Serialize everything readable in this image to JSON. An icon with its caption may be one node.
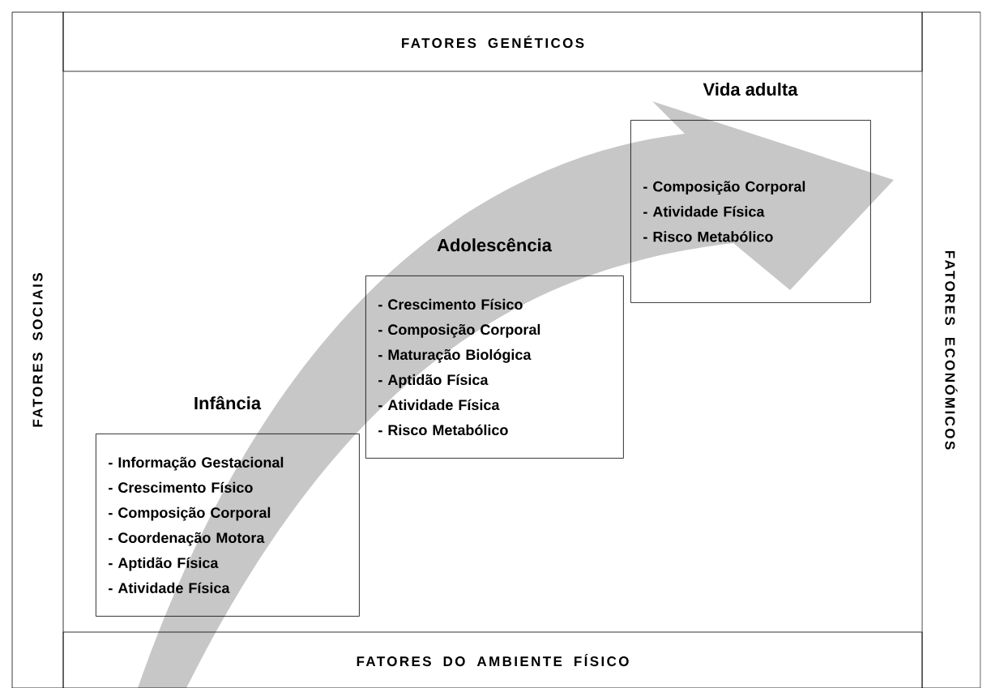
{
  "diagram": {
    "nodes": [
      {
        "text": [
          "FATORES GENÉTICOS"
        ]
      },
      {
        "text": [
          "FATORES SOCIAIS"
        ]
      },
      {
        "text": [
          "FATORES ECONÓMICOS"
        ]
      },
      {
        "text": [
          "FATORES DO AMBIENTE FÍSICO"
        ]
      },
      {
        "text": [
          "Infância",
          "- Informação Gestacional",
          "- Crescimento Físico",
          "- Composição Corporal",
          "- Coordenação Motora",
          "- Aptidão Física",
          "- Atividade Física"
        ]
      },
      {
        "text": [
          "Adolescência",
          "- Crescimento Físico",
          "- Composição Corporal",
          "- Maturação Biológica",
          "- Aptidão Física",
          "- Atividade Física",
          "- Risco Metabólico"
        ]
      },
      {
        "text": [
          "Vida adulta",
          "- Composição Corporal",
          "- Atividade Física",
          "- Risco Metabólico"
        ]
      }
    ],
    "edges": []
  }
}
